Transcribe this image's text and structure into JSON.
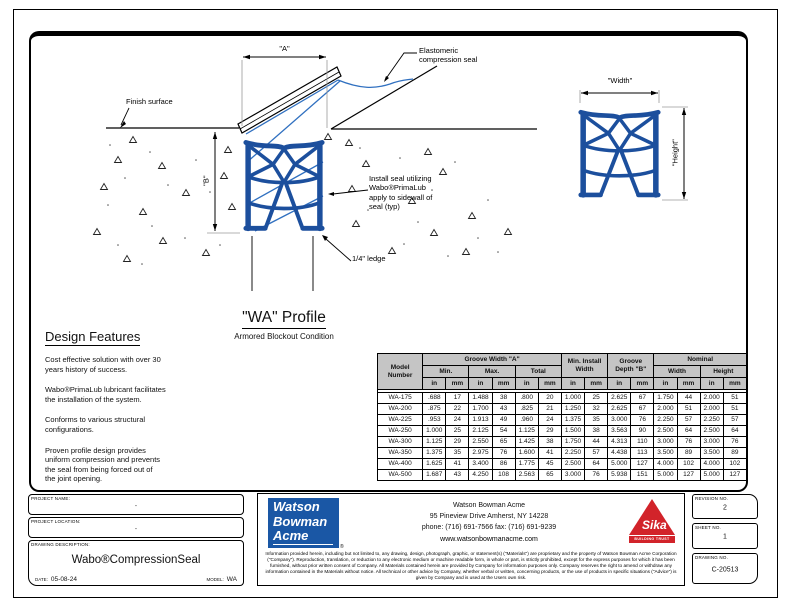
{
  "colors": {
    "seal_blue": "#1c4f9d",
    "line_blue": "#3070c0",
    "logo_blue": "#1a57a5",
    "sika_red": "#d2232a",
    "hdr_gray": "#c5c5c5"
  },
  "drawing": {
    "dim_a": "\"A\"",
    "dim_b": "\"B\"",
    "elastomeric_note": "Elastomeric\ncompression seal",
    "finish_surface": "Finish surface",
    "install_note": "Install seal utilizing\nWabo®PrimaLub\napply to sidewall of\nseal (typ)",
    "ledge_note": "1/4\" ledge",
    "width_dim": "\"Width\"",
    "height_dim": "\"Height\""
  },
  "section": {
    "title": "\"WA\" Profile",
    "subtitle": "Armored Blockout Condition"
  },
  "design_features": {
    "heading": "Design Features",
    "items": [
      "Cost effective solution with over 30\nyears history of success.",
      "Wabo®PrimaLub lubricant facilitates\nthe installation of the system.",
      "Conforms to various structural\nconfigurations.",
      "Proven profile design provides\nuniform compression and prevents\nthe seal from being forced out of\nthe joint opening."
    ]
  },
  "table": {
    "header": {
      "model": "Model\nNumber",
      "groove_width_a": "Groove Width \"A\"",
      "min": "Min.",
      "max": "Max.",
      "total": "Total",
      "min_install_width": "Min. Install\nWidth",
      "groove_depth_b": "Groove\nDepth \"B\"",
      "nominal": "Nominal",
      "width": "Width",
      "height": "Height",
      "unit_in": "in",
      "unit_mm": "mm"
    },
    "rows": [
      [
        "WA-175",
        ".688",
        "17",
        "1.488",
        "38",
        ".800",
        "20",
        "1.000",
        "25",
        "2.625",
        "67",
        "1.750",
        "44",
        "2.000",
        "51"
      ],
      [
        "WA-200",
        ".875",
        "22",
        "1.700",
        "43",
        ".825",
        "21",
        "1.250",
        "32",
        "2.625",
        "67",
        "2.000",
        "51",
        "2.000",
        "51"
      ],
      [
        "WA-225",
        ".953",
        "24",
        "1.913",
        "49",
        ".960",
        "24",
        "1.375",
        "35",
        "3.000",
        "76",
        "2.250",
        "57",
        "2.250",
        "57"
      ],
      [
        "WA-250",
        "1.000",
        "25",
        "2.125",
        "54",
        "1.125",
        "29",
        "1.500",
        "38",
        "3.563",
        "90",
        "2.500",
        "64",
        "2.500",
        "64"
      ],
      [
        "WA-300",
        "1.125",
        "29",
        "2.550",
        "65",
        "1.425",
        "38",
        "1.750",
        "44",
        "4.313",
        "110",
        "3.000",
        "76",
        "3.000",
        "76"
      ],
      [
        "WA-350",
        "1.375",
        "35",
        "2.975",
        "76",
        "1.600",
        "41",
        "2.250",
        "57",
        "4.438",
        "113",
        "3.500",
        "89",
        "3.500",
        "89"
      ],
      [
        "WA-400",
        "1.625",
        "41",
        "3.400",
        "86",
        "1.775",
        "45",
        "2.500",
        "64",
        "5.000",
        "127",
        "4.000",
        "102",
        "4.000",
        "102"
      ],
      [
        "WA-500",
        "1.687",
        "43",
        "4.250",
        "108",
        "2.563",
        "65",
        "3.000",
        "76",
        "5.938",
        "151",
        "5.000",
        "127",
        "5.000",
        "127"
      ]
    ]
  },
  "title_block": {
    "project_name_label": "PROJECT NAME:",
    "project_name_value": "-",
    "project_location_label": "PROJECT LOCATION:",
    "project_location_value": "-",
    "drawing_description_label": "DRAWING DESCRIPTION:",
    "drawing_description_value": "Wabo®CompressionSeal",
    "date_label": "DATE:",
    "date_value": "05-08-24",
    "model_label": "MODEL:",
    "model_value": "WA",
    "revision_label": "REVISION NO.",
    "revision_value": "2",
    "sheet_label": "SHEET NO.",
    "sheet_value": "1",
    "drawing_no_label": "DRAWING NO.",
    "drawing_no_value": "C-20513"
  },
  "company": {
    "logo_line1": "Watson",
    "logo_line2": "Bowman",
    "logo_line3": "Acme",
    "registered": "®",
    "name": "Watson Bowman Acme",
    "address": "95 Pineview Drive Amherst, NY 14228",
    "phone_fax": "phone: (716) 691-7566  fax: (716) 691-9239",
    "website": "www.watsonbowmanacme.com",
    "legal": "Information provided herein, including but not limited to, any drawing, design, photograph, graphic, or statement(s) (\"Materials\") are proprietary and the property of Watson Bowman Acme Corporation (\"Company\").  Reproduction, translation, or reduction to any electronic medium or machine readable form, in whole or part, is strictly prohibited, except for the express purposes for which it has been furnished, without prior written consent of Company.  All Materials contained herein are provided by Company for information purposes only.  Company reserves the right to amend or withdraw any information contained in the Materials without notice.  All technical or other advice by Company, whether verbal or written, concerning products, or the use of products in specific situations (\"Advice\") is given by Company and is used at the Users own risk."
  },
  "sika": {
    "name": "Sika",
    "tagline": "BUILDING TRUST"
  }
}
